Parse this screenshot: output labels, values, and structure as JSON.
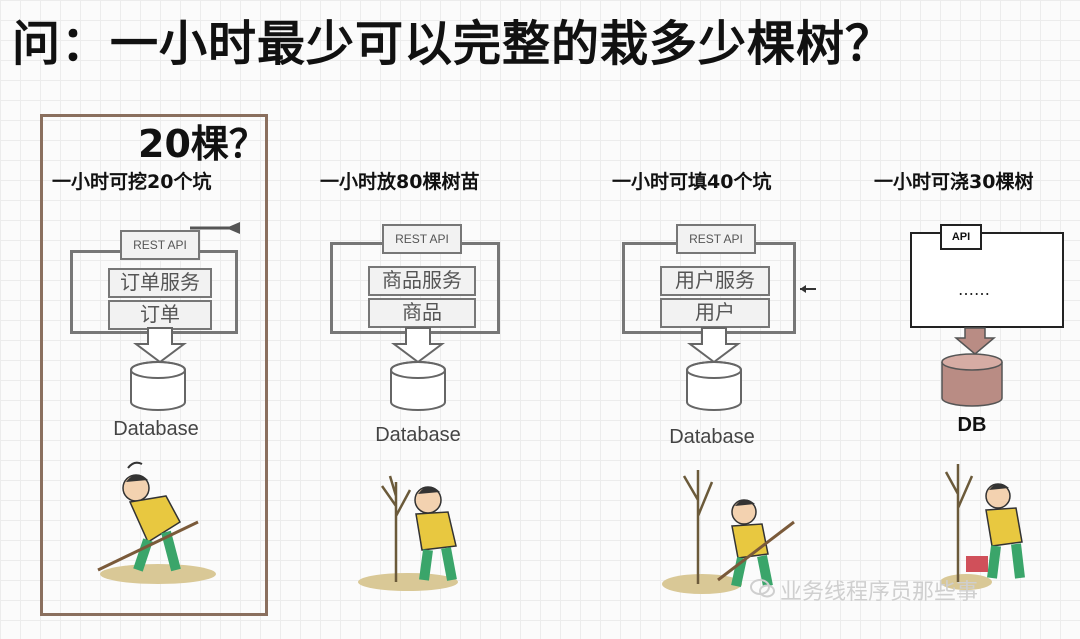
{
  "title": "问：一小时最少可以完整的栽多少棵树？",
  "answer": "20棵？",
  "columns": [
    {
      "caption": "一小时可挖20个坑",
      "api_label": "REST API",
      "service_label": "订单服务",
      "data_label": "订单",
      "db_label": "Database"
    },
    {
      "caption": "一小时放80棵树苗",
      "api_label": "REST API",
      "service_label": "商品服务",
      "data_label": "商品",
      "db_label": "Database"
    },
    {
      "caption": "一小时可填40个坑",
      "api_label": "REST API",
      "service_label": "用户服务",
      "data_label": "用户",
      "db_label": "Database"
    },
    {
      "caption": "一小时可浇30棵树",
      "api_label": "API",
      "body_label": "……",
      "db_label": "DB"
    }
  ],
  "watermark": "业务线程序员那些事",
  "colors": {
    "frame": "#8a6f5e",
    "box_border": "#777777",
    "db_fill_fourth": "#b98c84",
    "shirt": "#e8c840",
    "pants": "#3aa56a"
  }
}
